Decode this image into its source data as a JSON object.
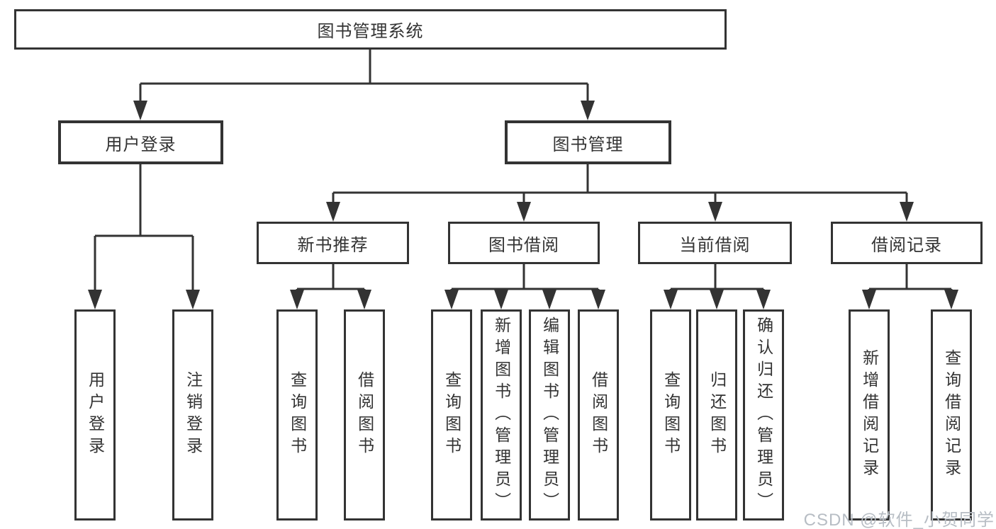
{
  "diagram_title": "图书管理系统",
  "nodes": {
    "root": {
      "label": "图书管理系统"
    },
    "user_login": {
      "label": "用户登录"
    },
    "book_management": {
      "label": "图书管理"
    },
    "new_book_recommend": {
      "label": "新书推荐"
    },
    "book_borrow": {
      "label": "图书借阅"
    },
    "current_borrow": {
      "label": "当前借阅"
    },
    "borrow_records": {
      "label": "借阅记录"
    },
    "leaf_user_login": {
      "label": "用户登录"
    },
    "leaf_logout": {
      "label": "注销登录"
    },
    "leaf_query_book_1": {
      "label": "查询图书"
    },
    "leaf_borrow_book_1": {
      "label": "借阅图书"
    },
    "leaf_query_book_2": {
      "label": "查询图书"
    },
    "leaf_add_book": {
      "label": "新增图书（管理员）"
    },
    "leaf_edit_book": {
      "label": "编辑图书（管理员）"
    },
    "leaf_borrow_book_2": {
      "label": "借阅图书"
    },
    "leaf_query_book_3": {
      "label": "查询图书"
    },
    "leaf_return_book": {
      "label": "归还图书"
    },
    "leaf_confirm_return": {
      "label": "确认归还（管理员）"
    },
    "leaf_add_borrow_record": {
      "label": "新增借阅记录"
    },
    "leaf_query_borrow_record": {
      "label": "查询借阅记录"
    }
  },
  "watermark": "CSDN @软件_小贺同学",
  "colors": {
    "line": "#333333",
    "background": "#ffffff",
    "watermark_text": "#b7bdc4"
  }
}
